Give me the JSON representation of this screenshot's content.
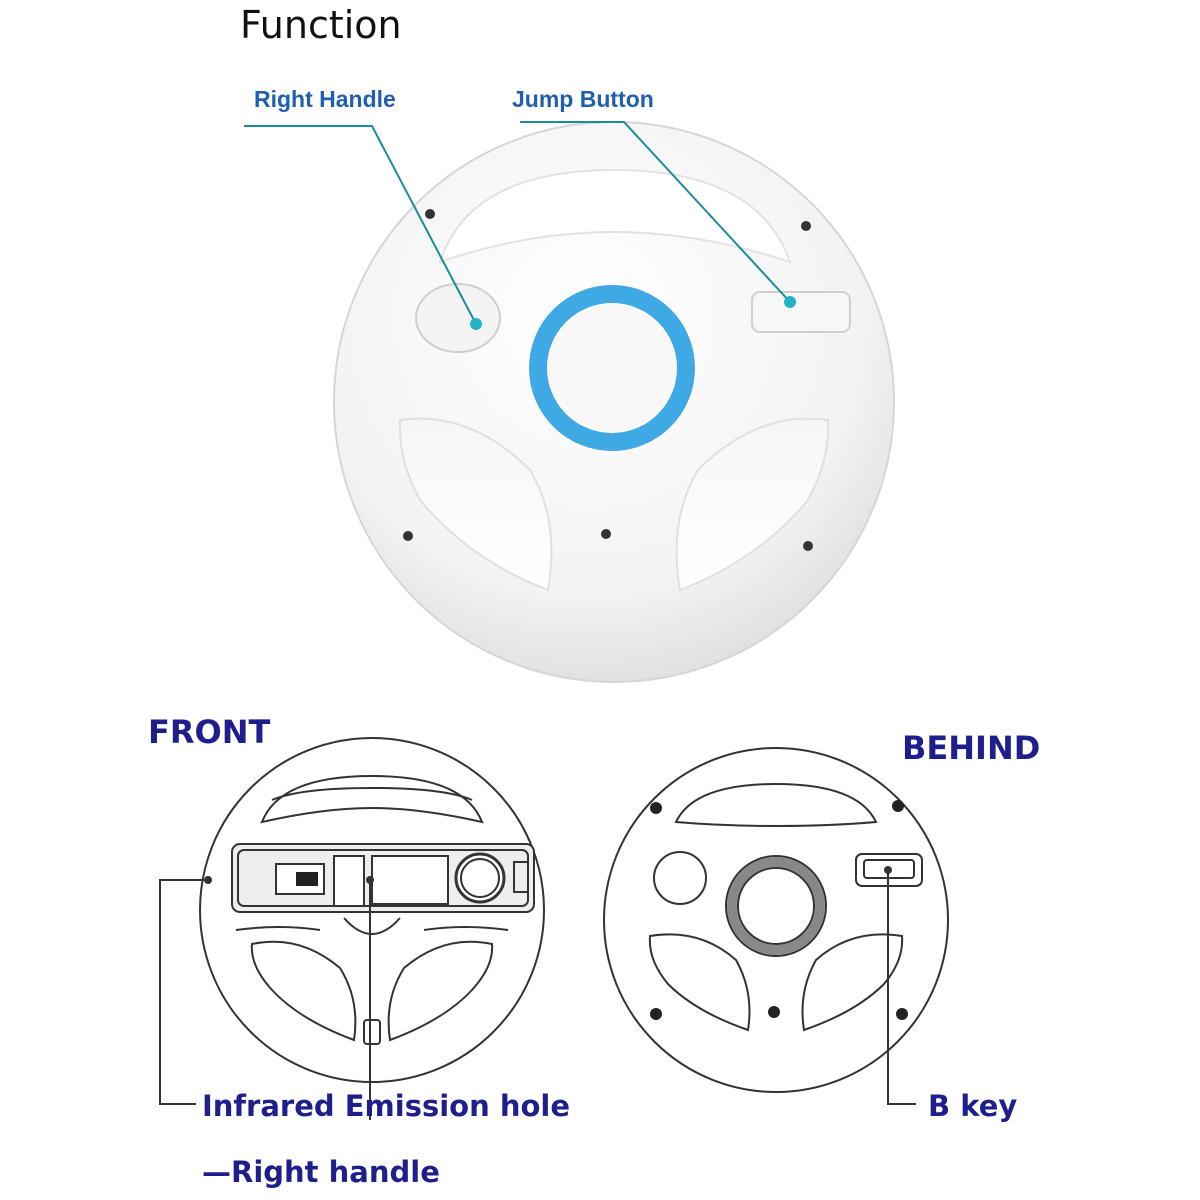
{
  "title": "Function",
  "photo_callouts": {
    "right_handle": "Right Handle",
    "jump_button": "Jump Button"
  },
  "front": {
    "heading": "FRONT",
    "callout_line1": "Infrared Emission hole",
    "callout_line2": "—Right handle"
  },
  "behind": {
    "heading": "BEHIND",
    "callout": "B key"
  },
  "colors": {
    "callout_text": "#1f5fb0",
    "heading_text": "#1e1f8c",
    "leader_line": "#1a8c9e",
    "accent_ring": "#3fa9e6"
  }
}
